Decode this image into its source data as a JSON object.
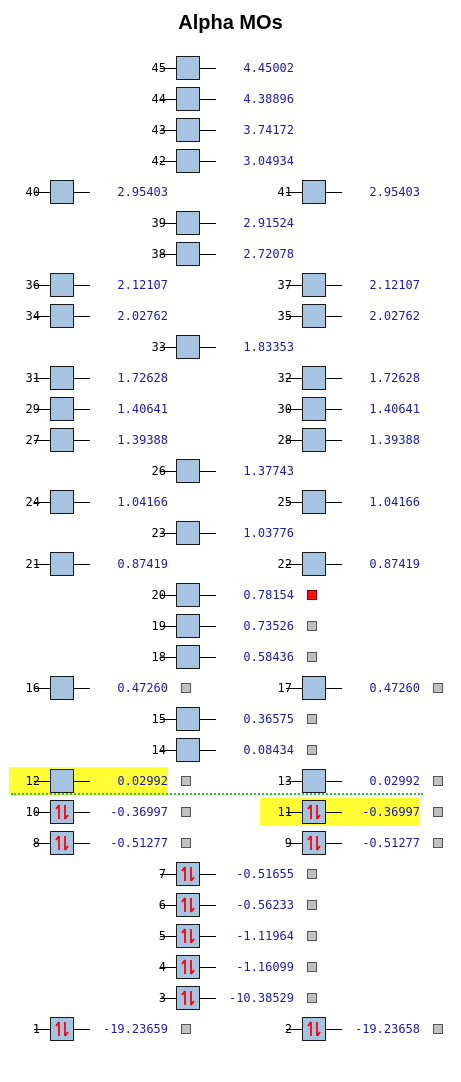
{
  "title": "Alpha MOs",
  "colors": {
    "box": "#a6c3e2",
    "highlight": "#ffff33",
    "energy_text": "#1a1ab4",
    "arrow": "#ff0000",
    "selected_marker": "#ff1010",
    "marker": "#c0c0c0",
    "gap_line": "#22cc22"
  },
  "icons": {
    "occupied": "up-down-arrow-icon",
    "marker": "square-marker-icon"
  },
  "orbitals": [
    {
      "n": "45",
      "energy": "4.45002",
      "col": "c",
      "occ": false,
      "marker": "none",
      "hl": false
    },
    {
      "n": "44",
      "energy": "4.38896",
      "col": "c",
      "occ": false,
      "marker": "none",
      "hl": false
    },
    {
      "n": "43",
      "energy": "3.74172",
      "col": "c",
      "occ": false,
      "marker": "none",
      "hl": false
    },
    {
      "n": "42",
      "energy": "3.04934",
      "col": "c",
      "occ": false,
      "marker": "none",
      "hl": false
    },
    {
      "n": "40",
      "energy": "2.95403",
      "col": "l",
      "occ": false,
      "marker": "none",
      "hl": false
    },
    {
      "n": "41",
      "energy": "2.95403",
      "col": "r",
      "occ": false,
      "marker": "none",
      "hl": false
    },
    {
      "n": "39",
      "energy": "2.91524",
      "col": "c",
      "occ": false,
      "marker": "none",
      "hl": false
    },
    {
      "n": "38",
      "energy": "2.72078",
      "col": "c",
      "occ": false,
      "marker": "none",
      "hl": false
    },
    {
      "n": "36",
      "energy": "2.12107",
      "col": "l",
      "occ": false,
      "marker": "none",
      "hl": false
    },
    {
      "n": "37",
      "energy": "2.12107",
      "col": "r",
      "occ": false,
      "marker": "none",
      "hl": false
    },
    {
      "n": "34",
      "energy": "2.02762",
      "col": "l",
      "occ": false,
      "marker": "none",
      "hl": false
    },
    {
      "n": "35",
      "energy": "2.02762",
      "col": "r",
      "occ": false,
      "marker": "none",
      "hl": false
    },
    {
      "n": "33",
      "energy": "1.83353",
      "col": "c",
      "occ": false,
      "marker": "none",
      "hl": false
    },
    {
      "n": "31",
      "energy": "1.72628",
      "col": "l",
      "occ": false,
      "marker": "none",
      "hl": false
    },
    {
      "n": "32",
      "energy": "1.72628",
      "col": "r",
      "occ": false,
      "marker": "none",
      "hl": false
    },
    {
      "n": "29",
      "energy": "1.40641",
      "col": "l",
      "occ": false,
      "marker": "none",
      "hl": false
    },
    {
      "n": "30",
      "energy": "1.40641",
      "col": "r",
      "occ": false,
      "marker": "none",
      "hl": false
    },
    {
      "n": "27",
      "energy": "1.39388",
      "col": "l",
      "occ": false,
      "marker": "none",
      "hl": false
    },
    {
      "n": "28",
      "energy": "1.39388",
      "col": "r",
      "occ": false,
      "marker": "none",
      "hl": false
    },
    {
      "n": "26",
      "energy": "1.37743",
      "col": "c",
      "occ": false,
      "marker": "none",
      "hl": false
    },
    {
      "n": "24",
      "energy": "1.04166",
      "col": "l",
      "occ": false,
      "marker": "none",
      "hl": false
    },
    {
      "n": "25",
      "energy": "1.04166",
      "col": "r",
      "occ": false,
      "marker": "none",
      "hl": false
    },
    {
      "n": "23",
      "energy": "1.03776",
      "col": "c",
      "occ": false,
      "marker": "none",
      "hl": false
    },
    {
      "n": "21",
      "energy": "0.87419",
      "col": "l",
      "occ": false,
      "marker": "none",
      "hl": false
    },
    {
      "n": "22",
      "energy": "0.87419",
      "col": "r",
      "occ": false,
      "marker": "none",
      "hl": false
    },
    {
      "n": "20",
      "energy": "0.78154",
      "col": "c",
      "occ": false,
      "marker": "active",
      "hl": false
    },
    {
      "n": "19",
      "energy": "0.73526",
      "col": "c",
      "occ": false,
      "marker": "gray",
      "hl": false
    },
    {
      "n": "18",
      "energy": "0.58436",
      "col": "c",
      "occ": false,
      "marker": "gray",
      "hl": false
    },
    {
      "n": "16",
      "energy": "0.47260",
      "col": "l",
      "occ": false,
      "marker": "gray",
      "hl": false
    },
    {
      "n": "17",
      "energy": "0.47260",
      "col": "r",
      "occ": false,
      "marker": "gray",
      "hl": false
    },
    {
      "n": "15",
      "energy": "0.36575",
      "col": "c",
      "occ": false,
      "marker": "gray",
      "hl": false
    },
    {
      "n": "14",
      "energy": "0.08434",
      "col": "c",
      "occ": false,
      "marker": "gray",
      "hl": false
    },
    {
      "n": "12",
      "energy": "0.02992",
      "col": "l",
      "occ": false,
      "marker": "gray",
      "hl": true
    },
    {
      "n": "13",
      "energy": "0.02992",
      "col": "r",
      "occ": false,
      "marker": "gray",
      "hl": false
    },
    {
      "n": "10",
      "energy": "-0.36997",
      "col": "l",
      "occ": true,
      "marker": "gray",
      "hl": false
    },
    {
      "n": "11",
      "energy": "-0.36997",
      "col": "r",
      "occ": true,
      "marker": "gray",
      "hl": true
    },
    {
      "n": "8",
      "energy": "-0.51277",
      "col": "l",
      "occ": true,
      "marker": "gray",
      "hl": false
    },
    {
      "n": "9",
      "energy": "-0.51277",
      "col": "r",
      "occ": true,
      "marker": "gray",
      "hl": false
    },
    {
      "n": "7",
      "energy": "-0.51655",
      "col": "c",
      "occ": true,
      "marker": "gray",
      "hl": false
    },
    {
      "n": "6",
      "energy": "-0.56233",
      "col": "c",
      "occ": true,
      "marker": "gray",
      "hl": false
    },
    {
      "n": "5",
      "energy": "-1.11964",
      "col": "c",
      "occ": true,
      "marker": "gray",
      "hl": false
    },
    {
      "n": "4",
      "energy": "-1.16099",
      "col": "c",
      "occ": true,
      "marker": "gray",
      "hl": false
    },
    {
      "n": "3",
      "energy": "-10.38529",
      "col": "c",
      "occ": true,
      "marker": "gray",
      "hl": false
    },
    {
      "n": "1",
      "energy": "-19.23659",
      "col": "l",
      "occ": true,
      "marker": "gray",
      "hl": false
    },
    {
      "n": "2",
      "energy": "-19.23658",
      "col": "r",
      "occ": true,
      "marker": "gray",
      "hl": false
    }
  ]
}
